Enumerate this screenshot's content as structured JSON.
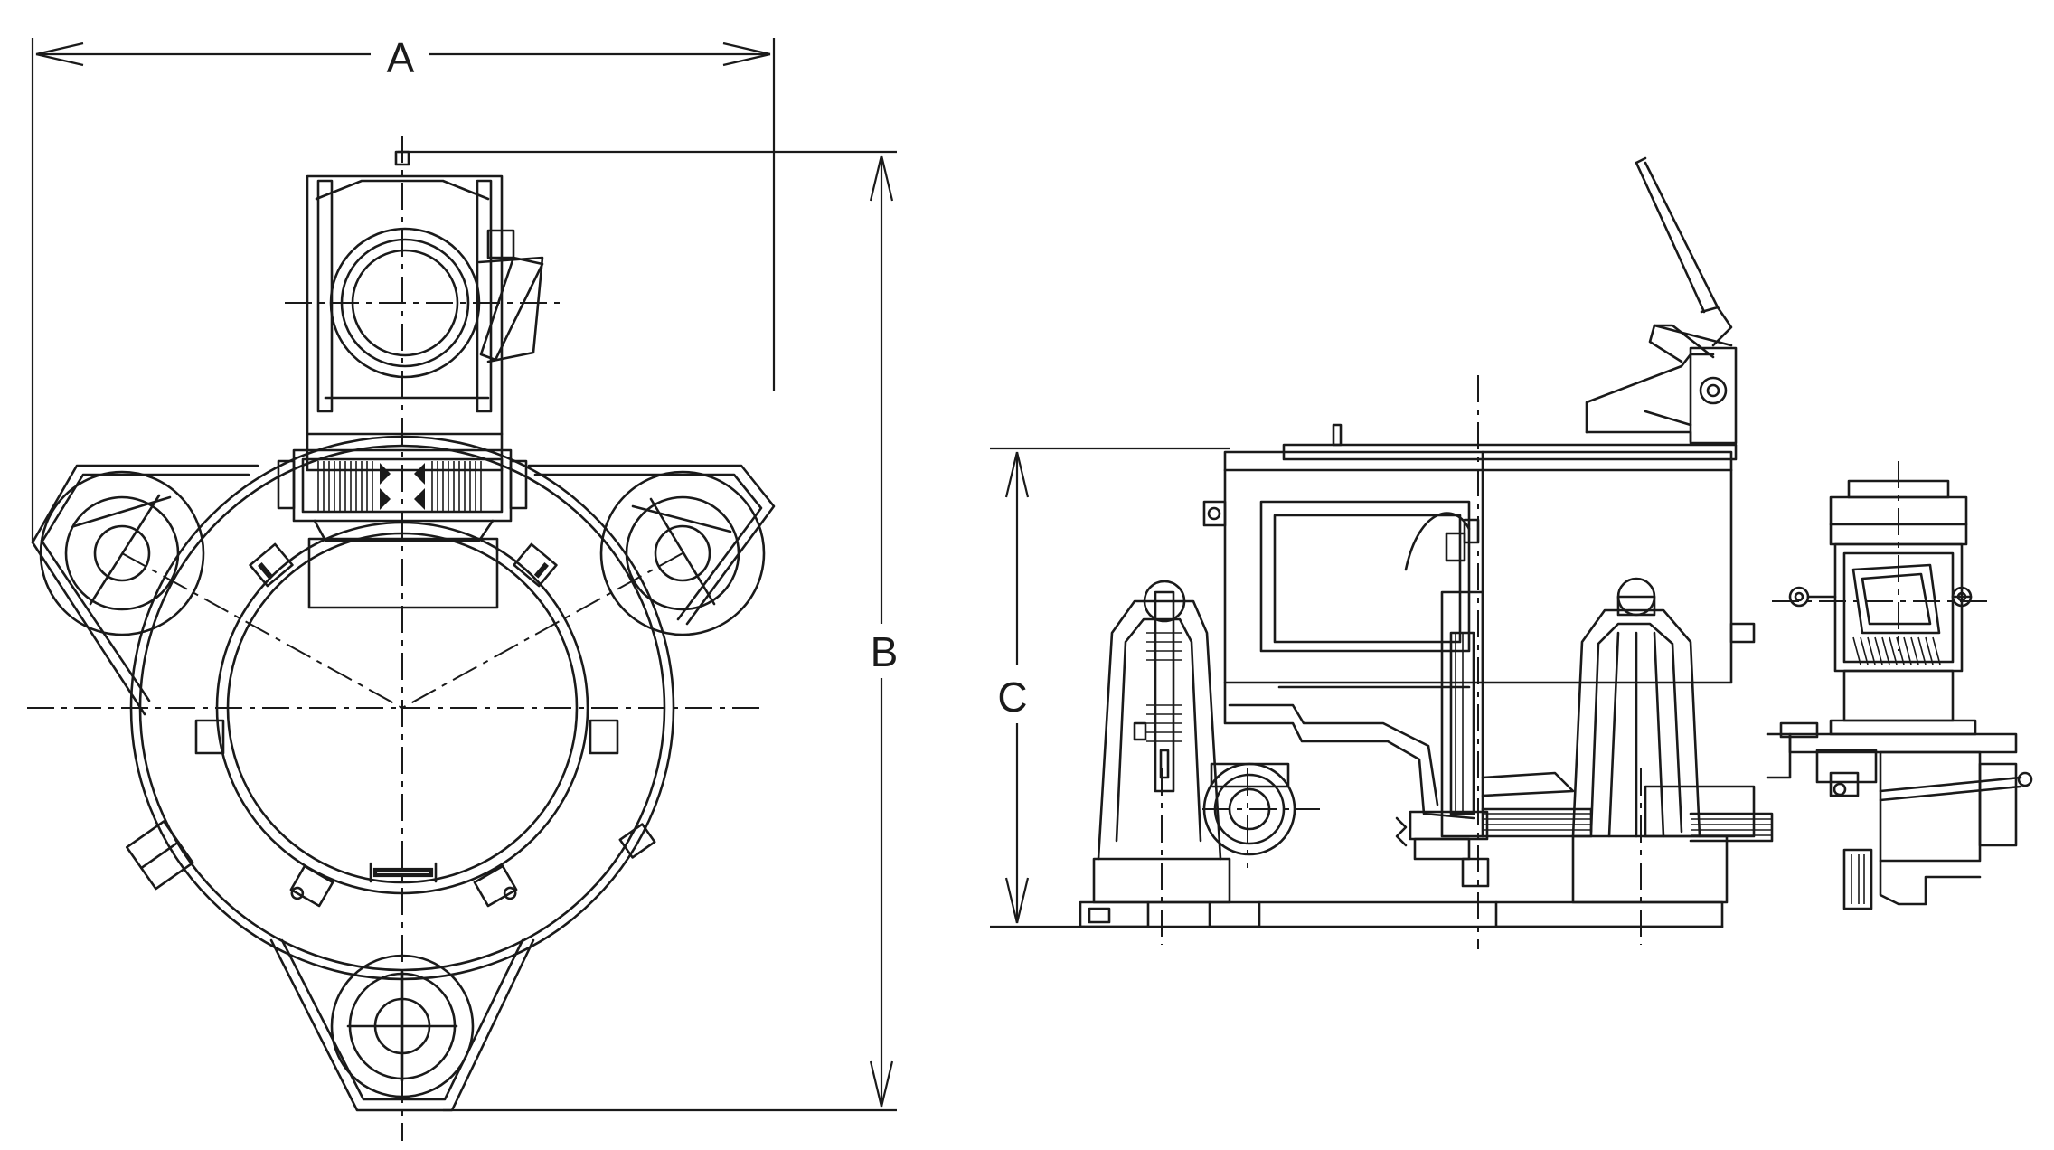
{
  "dimensions": {
    "a_label": "A",
    "b_label": "B",
    "c_label": "C"
  },
  "colors": {
    "line": "#1a1a1a",
    "background": "#ffffff"
  }
}
